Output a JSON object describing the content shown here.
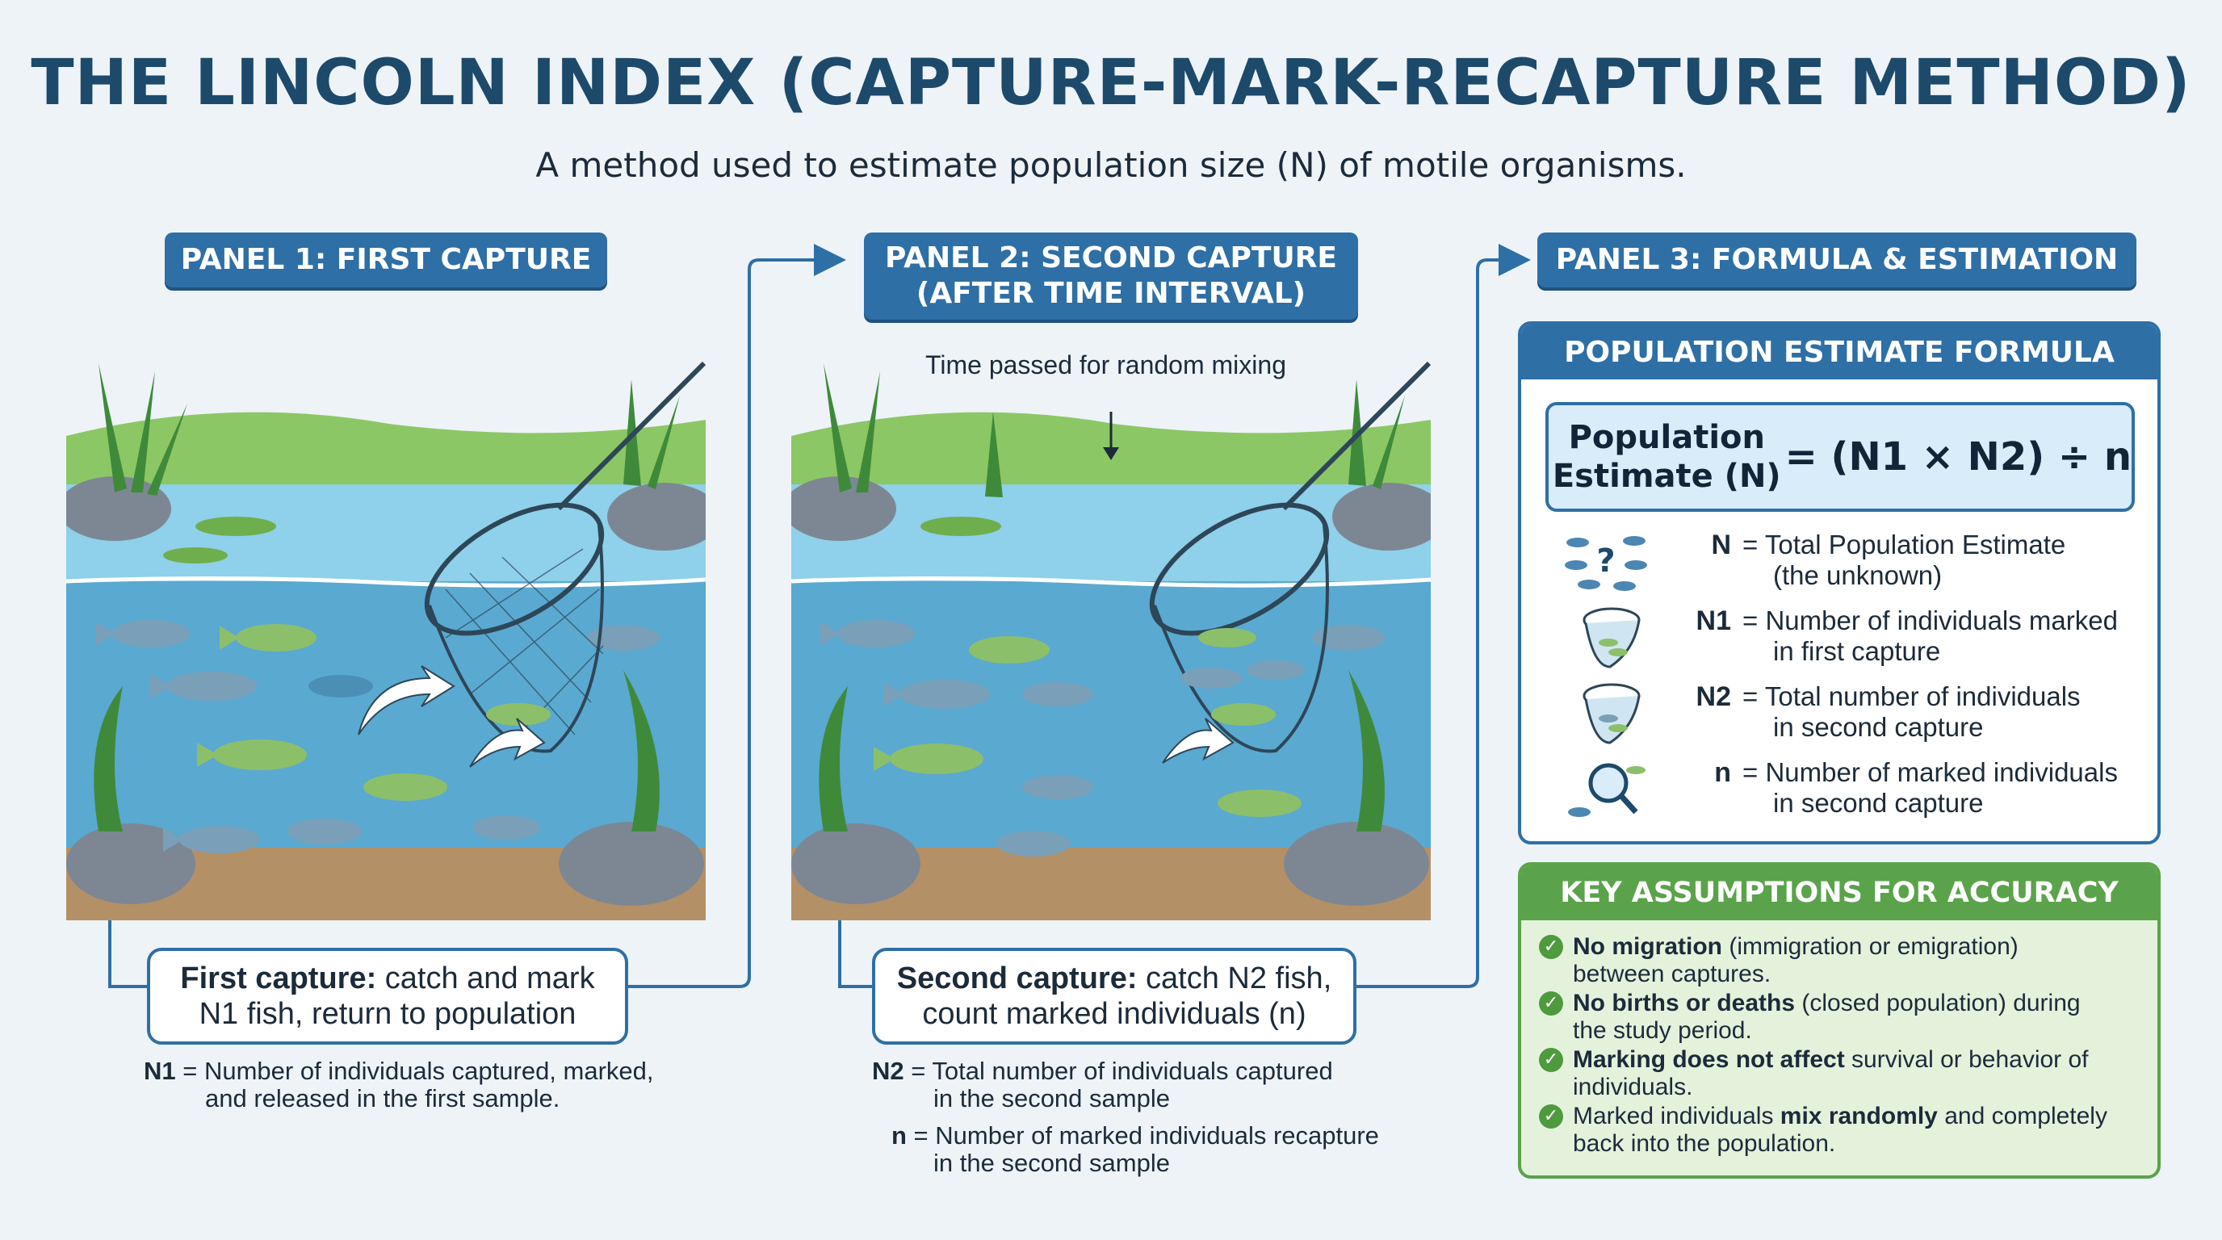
{
  "title": "THE LINCOLN INDEX (CAPTURE-MARK-RECAPTURE METHOD)",
  "subtitle": "A method used to estimate population size (N) of motile organisms.",
  "panel1": {
    "tag": "PANEL 1: FIRST CAPTURE",
    "caption_bold": "First capture:",
    "caption_rest": " catch and mark",
    "caption_line2": "N1 fish, return to population",
    "note_key": "N1",
    "note_line1": " = Number of individuals captured, marked,",
    "note_line2": "and released in the first sample."
  },
  "panel2": {
    "tag_line1": "PANEL 2: SECOND CAPTURE",
    "tag_line2": "(AFTER TIME INTERVAL)",
    "time_label": "Time passed for random mixing",
    "caption_bold": "Second capture:",
    "caption_rest": " catch N2 fish,",
    "caption_line2": "count marked individuals (n)",
    "note1_key": "N2",
    "note1_line1": " = Total number of individuals captured",
    "note1_line2": "in the second sample",
    "note2_key": "n",
    "note2_line1": " = Number of marked individuals recapture",
    "note2_line2": "in the second sample"
  },
  "panel3": {
    "tag": "PANEL 3: FORMULA & ESTIMATION",
    "formula_heading": "POPULATION ESTIMATE FORMULA",
    "formula_left_line1": "Population",
    "formula_left_line2": "Estimate (N)",
    "formula_right": "= (N1 × N2) ÷ n",
    "definitions": [
      {
        "key": "N",
        "line1": "= Total Population Estimate",
        "line2": "(the unknown)",
        "icon": "fish-question-icon"
      },
      {
        "key": "N1",
        "line1": "= Number of individuals marked",
        "line2": "in first capture",
        "icon": "net-icon"
      },
      {
        "key": "N2",
        "line1": "= Total number of individuals",
        "line2": "in second capture",
        "icon": "net-icon"
      },
      {
        "key": "n",
        "line1": "= Number of marked individuals",
        "line2": "in second capture",
        "icon": "magnifier-fish-icon"
      }
    ],
    "assumptions_heading": "KEY ASSUMPTIONS FOR ACCURACY",
    "assumptions": [
      {
        "bold": "No migration",
        "rest": " (immigration or emigration)",
        "line2": "between captures."
      },
      {
        "bold": "No births or deaths",
        "rest": " (closed population) during",
        "line2": "the study period."
      },
      {
        "bold": "Marking does not affect",
        "rest": " survival or behavior of",
        "line2": "individuals."
      },
      {
        "bold": "Marked individuals",
        "bold2": "mix randomly",
        "rest": " and completely",
        "pre": "",
        "line2": "back into the population."
      }
    ]
  },
  "colors": {
    "accent_blue": "#2e6fa6",
    "title_navy": "#1d4a6b",
    "assumption_green": "#5aa34a",
    "water": "#5fb1d6",
    "grass": "#7fbf5a"
  }
}
